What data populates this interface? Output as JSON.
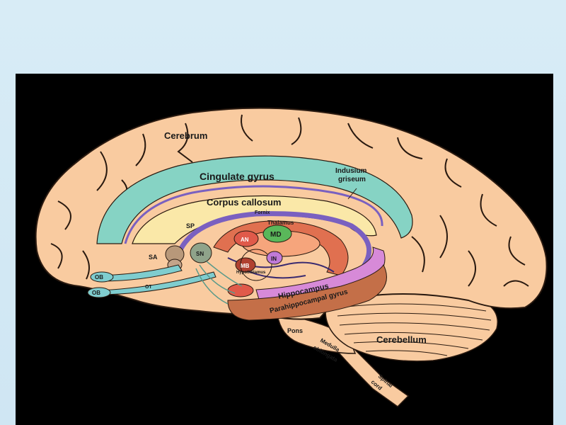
{
  "colors": {
    "background": "#000000",
    "brain": "#f9cba0",
    "outline": "#2a1a10",
    "cingulate": "#86d3c4",
    "corpus_callosum": "#fae8a8",
    "fornix": "#7a60c0",
    "thalamus_ring": "#e07050",
    "mammillary": "#b04030",
    "md_nucleus": "#5ab75a",
    "hippocampus": "#d78ad8",
    "parahippocampal": "#c46f48",
    "tract": "#7fcdcf"
  },
  "labels": {
    "cerebrum": "Cerebrum",
    "cingulate_gyrus": "Cingulate gyrus",
    "indusium_griseum_1": "Indusium",
    "indusium_griseum_2": "griseum",
    "corpus_callosum": "Corpus callosum",
    "fornix": "Fornix",
    "thalamus": "Thalamus",
    "sp": "SP",
    "an": "AN",
    "md": "MD",
    "sa": "SA",
    "sn": "SN",
    "ob_1": "OB",
    "ob_2": "OB",
    "ot": "OT",
    "mb": "MB",
    "hypothalamus": "Hypothalamus",
    "in": "IN",
    "hippocampus": "Hippocampus",
    "parahippocampal_gyrus": "Parahippocampal gyrus",
    "pons": "Pons",
    "medulla_oblongata_1": "Medulla",
    "medulla_oblongata_2": "oblongata",
    "spinal_cord_1": "Spinal",
    "spinal_cord_2": "cord",
    "cerebellum": "Cerebellum"
  }
}
